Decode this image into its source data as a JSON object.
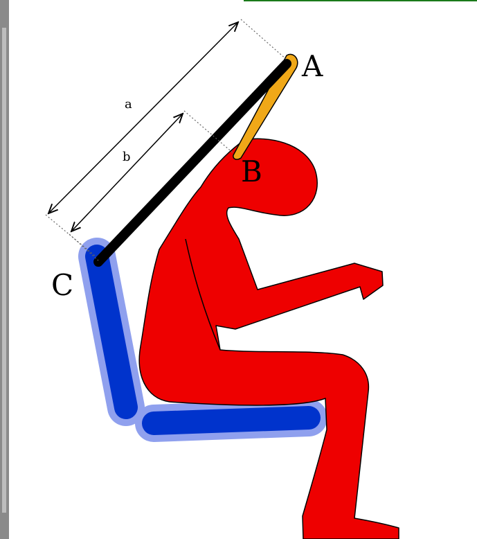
{
  "labels": {
    "point_a": "A",
    "point_b": "B",
    "point_c": "C",
    "length_a": "a",
    "length_b": "b"
  },
  "colors": {
    "figure": "#ee0000",
    "seat": "#0033cc",
    "seat_glow": "#8fa0ee",
    "rod": "#000000",
    "restraint": "#f0a818",
    "top_border": "#1a7a1a"
  }
}
